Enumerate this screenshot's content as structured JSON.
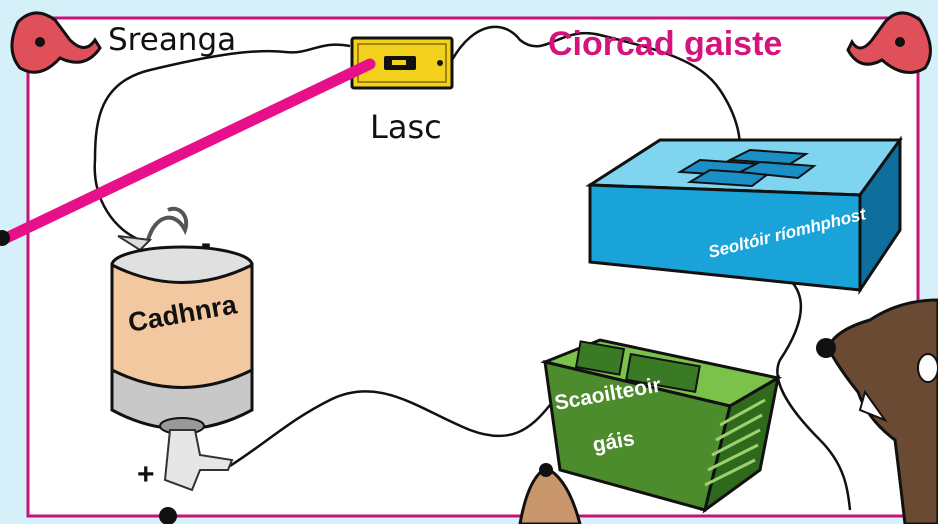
{
  "title": "Ciorcad gaiste",
  "labels": {
    "wire": "Sreanga",
    "switch": "Lasc",
    "battery": "Cadhnra",
    "battery_minus": "-",
    "battery_plus": "+",
    "email_sender": "Seoltóir ríomhphost",
    "gas_release_line1": "Scaoilteoir",
    "gas_release_line2": "gáis"
  },
  "colors": {
    "background": "#d6f0fa",
    "frame": "#c8107a",
    "rod": "#e8108a",
    "title": "#d4147c",
    "switch_body": "#f2d21c",
    "email_box": "#1aa3d8",
    "gas_box": "#4c8c2c",
    "battery_wrap": "#f2c8a0",
    "bear": "#6b4a34"
  },
  "icons": [
    "pushpin-icon",
    "pushpin-icon",
    "bear-icon",
    "mouse-icon"
  ]
}
